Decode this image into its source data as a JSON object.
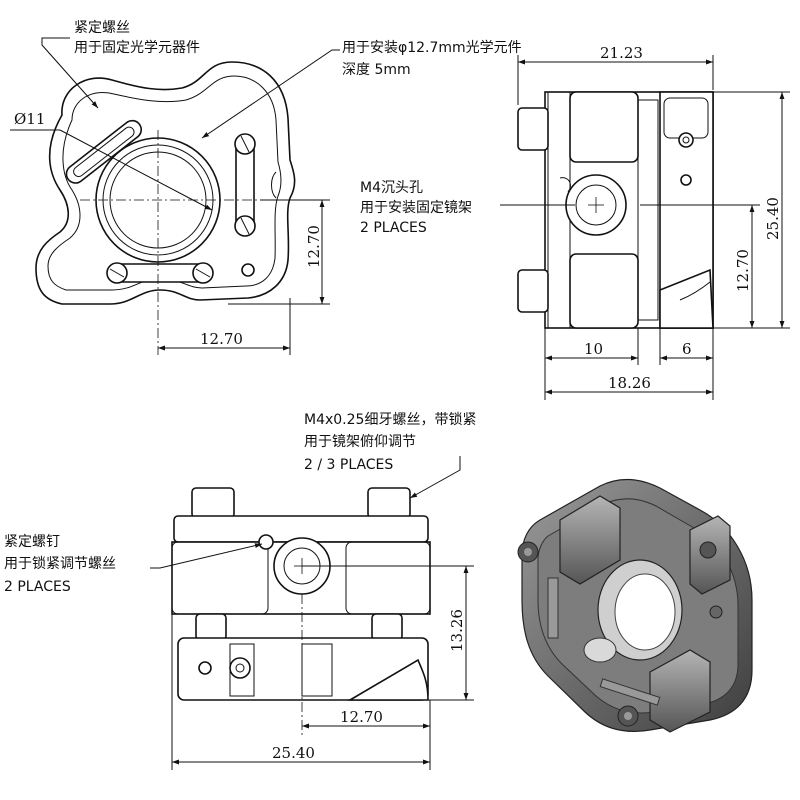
{
  "annotations": {
    "setscrew_line1": "紧定螺丝",
    "setscrew_line2": "用于固定光学元器件",
    "bore_line1": "用于安装φ12.7mm光学元件",
    "bore_line2": "深度 5mm",
    "m4_line1": "M4沉头孔",
    "m4_line2": "用于安装固定镜架",
    "m4_line3": "2 PLACES",
    "fine_line1": "M4x0.25细牙螺丝，带锁紧",
    "fine_line2": "用于镜架俯仰调节",
    "fine_line3": "2 / 3 PLACES",
    "lock_line1": "紧定螺钉",
    "lock_line2": "用于锁紧调节螺丝",
    "lock_line3": "2 PLACES"
  },
  "dimensions": {
    "front_dia": "Ø11",
    "front_height": "12.70",
    "front_width": "12.70",
    "side_top": "21.23",
    "side_height": "25.40",
    "side_half": "12.70",
    "side_10": "10",
    "side_6": "6",
    "side_total": "18.26",
    "bottom_height": "13.26",
    "bottom_half": "12.70",
    "bottom_width": "25.40"
  }
}
